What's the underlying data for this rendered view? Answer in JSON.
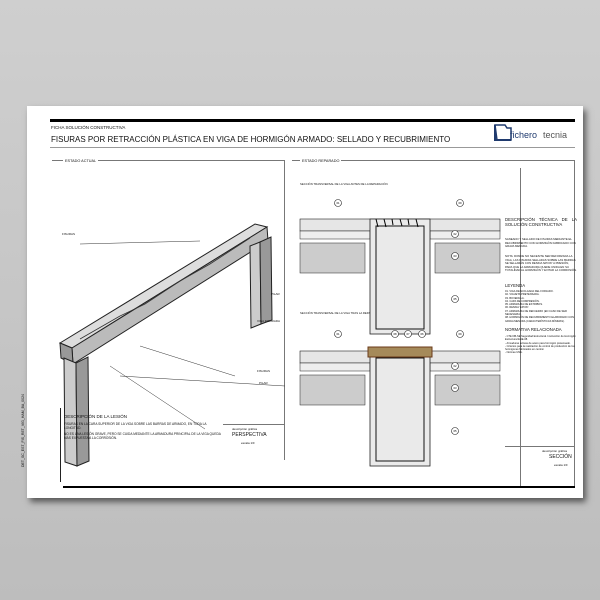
{
  "header": {
    "kicker": "Ficha solución constructiva",
    "title": "Fisuras por retracción plástica en viga de hormigón armado: sellado y recubrimiento",
    "logo_text_a": "fichero",
    "logo_text_b": "tecnia",
    "brand_color": "#1f3a6e"
  },
  "left_panel": {
    "title": "Estado actual",
    "labels": {
      "fisuras_top": "Fisuras",
      "pilar_right": "Pilar",
      "viga": "Viga fisurada",
      "fisuras_bottom": "Fisuras",
      "pilar_left": "Pilar"
    },
    "lesion_title": "Descripción de la lesión",
    "lesion_text_1": "Fisuras en la cara superior de la viga sobre las barras de armado, en toda la longitud.",
    "lesion_text_2": "No es una lesión grave, pero se cuida mediante la armadura principal de la viga queda más expuesta a la corrosión.",
    "graphic_label": "descripción gráfica",
    "graphic_value": "Perspectiva",
    "scale": "escala 1/F"
  },
  "side_code": "DET_SC_est_fis_ret_vig_ham_ba_0024",
  "middle_panel": {
    "title": "Estado reparado",
    "section_before": "Sección transversal de la viga antes de la reparación",
    "section_after": "Sección transversal de la viga tras la reparación",
    "callouts_before": [
      "01",
      "09",
      "02",
      "03",
      "05"
    ],
    "callouts_after": [
      "01",
      "08",
      "07",
      "06",
      "09",
      "02",
      "03",
      "05"
    ]
  },
  "right_panel": {
    "desc_title": "Descripción técnica de la solución constructiva",
    "desc_text": "Saneado y sellado de fisuras mediante el recubrimiento con hormigón fabricado con grava menuda.",
    "note_text": "Nota: donde no necesite ser reforzada la viga, las fisuras selladas sobre las barras se sellarán con resina 'epoxi' a presión, para que la armadura quede unida en su totalidad al hormigón y evitar la corrosión.",
    "legend_title": "Leyenda",
    "legend_items": [
      "01. Viga descolgada del forjado.",
      "02. Vigueta pretensada.",
      "03. Bovedilla.",
      "04. Capa de compresión.",
      "05. Armadura de estribos.",
      "06. Resina 'epoxi'.",
      "07. Armadura de refuerzo (en caso de ser necesaria).",
      "08. Hormigón de recubrimiento elaborado con grava menuda (características mínimas)."
    ],
    "norm_title": "Normativa relacionada",
    "norm_items": [
      "- CTE DB-SE Seguridad Estructural. Instrucción de Hormigón Estructural EHE-08.",
      "- Armaduras activas de acero para hormigón pretensado.",
      "- Criterios para la realización de control de producción de los hormigones fabricados en central.",
      "- Normas UNE."
    ],
    "graphic_label": "descripción gráfica",
    "graphic_value": "Sección",
    "scale": "escala 1/F"
  }
}
